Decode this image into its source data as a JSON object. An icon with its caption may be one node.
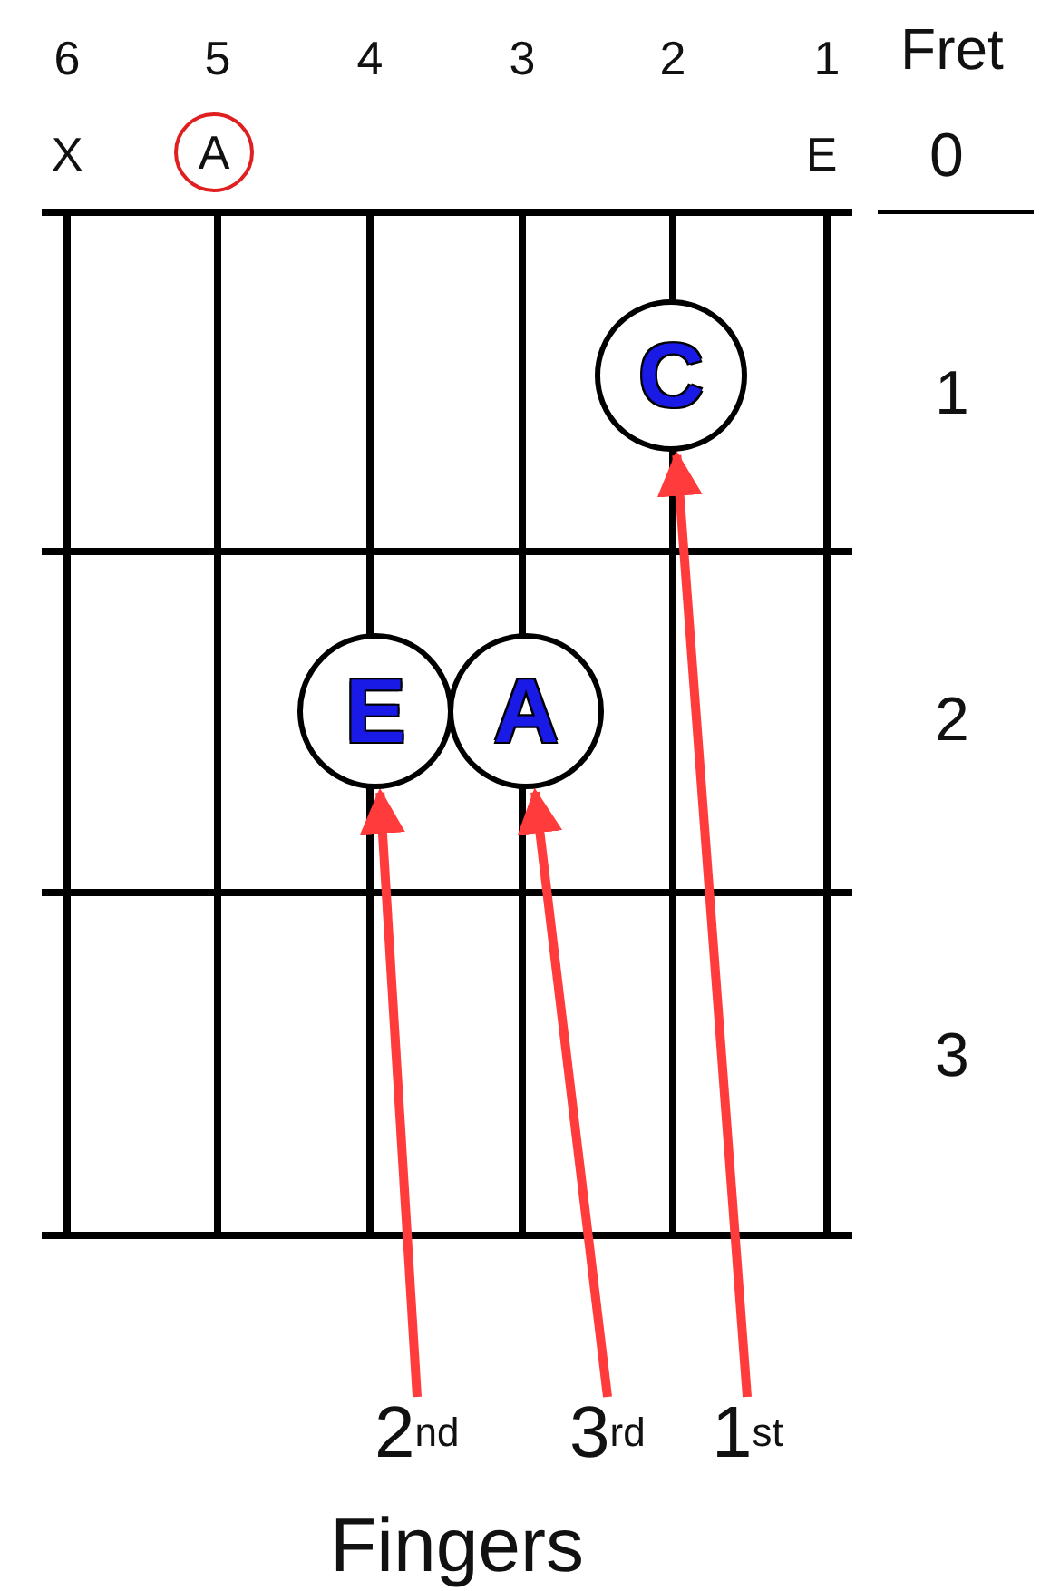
{
  "diagram": {
    "nodes": [
      {
        "text": [
          "A"
        ]
      },
      {
        "text": [
          "C"
        ]
      },
      {
        "text": [
          "E"
        ]
      },
      {
        "text": [
          "A"
        ]
      },
      {
        "text": [
          "2$^{nd}$"
        ]
      },
      {
        "text": [
          "3$^{rd}$"
        ]
      },
      {
        "text": [
          "1$^{st}$"
        ]
      }
    ],
    "edges": [
      {
        "from": 4,
        "to": 2,
        "arrow": "to"
      },
      {
        "from": 5,
        "to": 3,
        "arrow": "to"
      },
      {
        "from": 6,
        "to": 1,
        "arrow": "to"
      }
    ],
    "labels": [
      "6",
      "5",
      "4",
      "3",
      "2",
      "1",
      "Fret",
      "X",
      "E",
      "0",
      "1",
      "2",
      "3",
      "Fingers"
    ]
  }
}
